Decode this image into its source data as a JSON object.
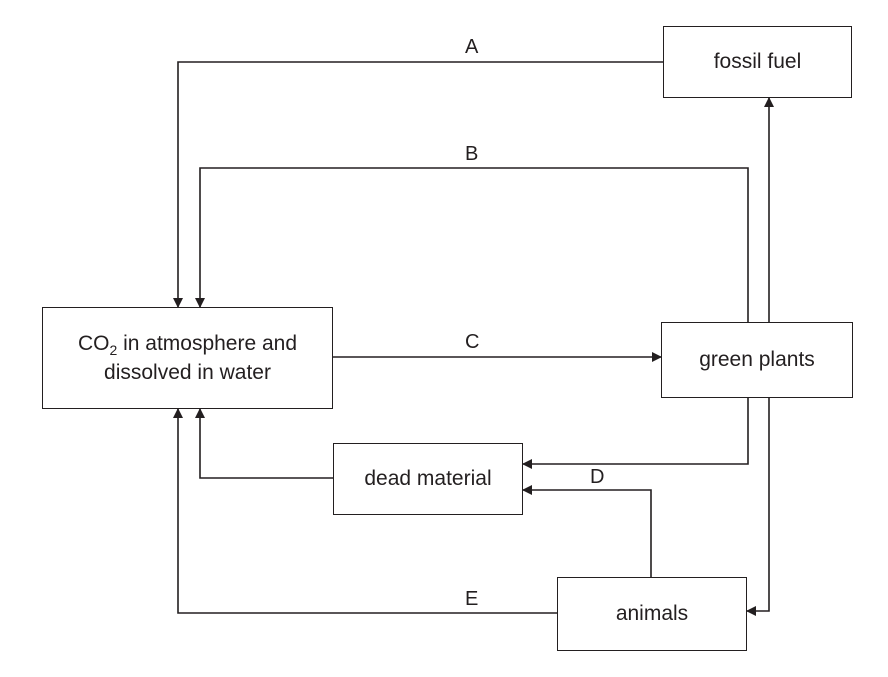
{
  "colors": {
    "ink": "#231f20",
    "background": "#ffffff"
  },
  "boxes": {
    "fossil_fuel": "fossil fuel",
    "green_plants": "green plants",
    "dead_material": "dead material",
    "animals": "animals",
    "co2": {
      "line1_pre": "CO",
      "line1_sub": "2",
      "line1_post": " in atmosphere and",
      "line2": "dissolved in water"
    }
  },
  "labels": {
    "a": "A",
    "b": "B",
    "c": "C",
    "d": "D",
    "e": "E"
  }
}
